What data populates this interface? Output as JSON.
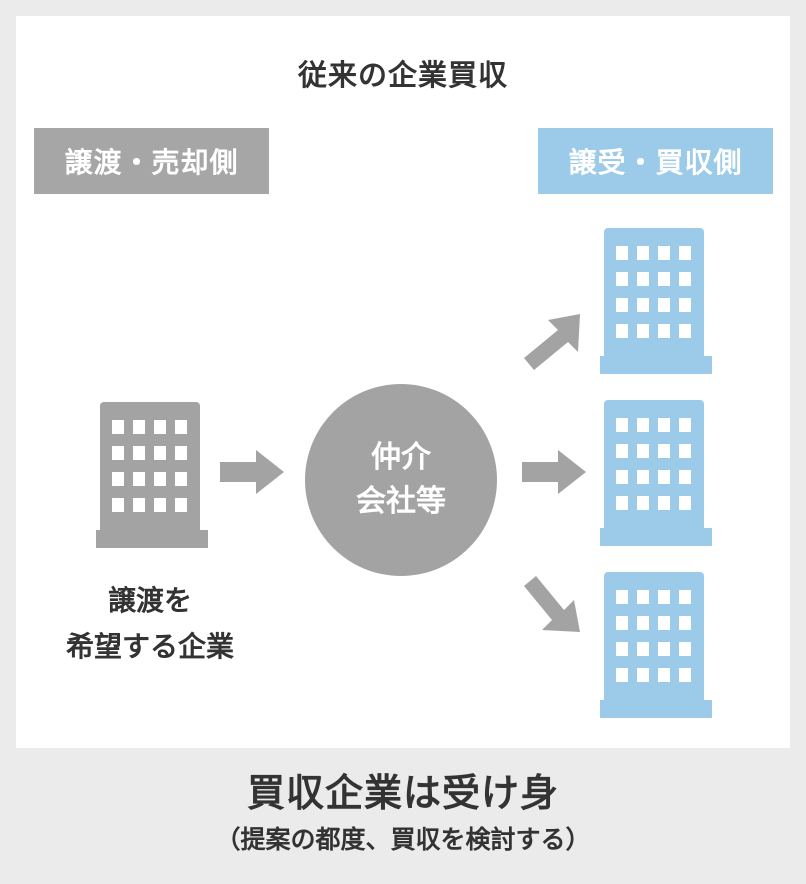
{
  "title": "従来の企業買収",
  "seller_label": "譲渡・売却側",
  "buyer_label": "譲受・買収側",
  "seller_caption": {
    "line1": "譲渡を",
    "line2": "希望する企業"
  },
  "intermediary": {
    "line1": "仲介",
    "line2": "会社等"
  },
  "footer": {
    "main": "買収企業は受け身",
    "sub": "（提案の都度、買収を検討する）"
  },
  "colors": {
    "seller": "#a6a6a6",
    "buyer": "#9ccbe9",
    "intermediary": "#a3a3a3"
  },
  "icons": {
    "seller_building": "office-building-icon",
    "buyer_building": "office-building-icon",
    "arrow": "arrow-icon"
  }
}
